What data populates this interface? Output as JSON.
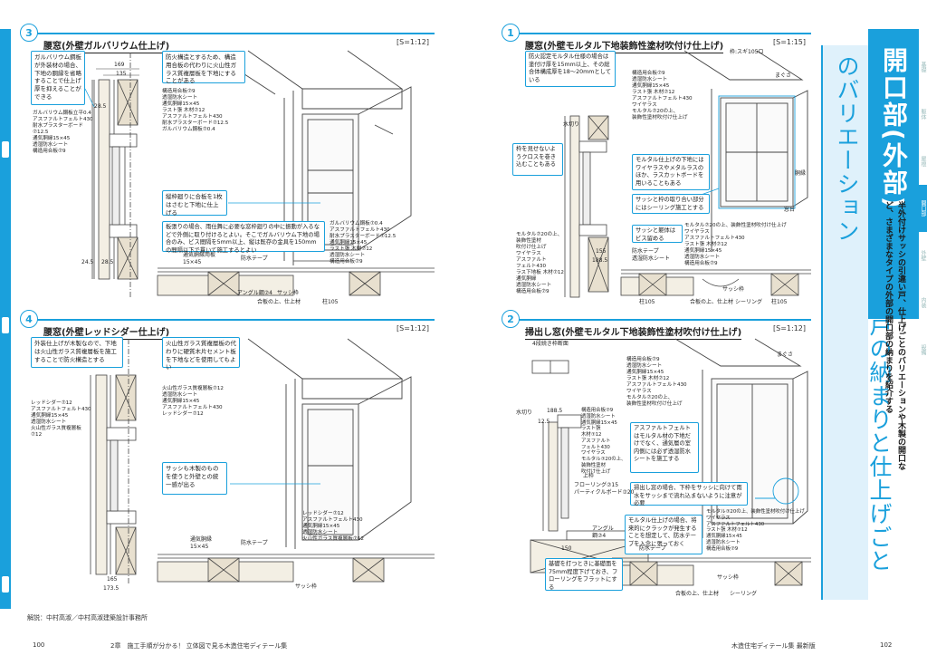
{
  "left_page": {
    "panels": [
      {
        "num": "3",
        "title": "腰窓(外壁ガルバリウム仕上げ)",
        "scale": "[S=1:12]",
        "notes": [
          "ガルバリウム鋼板が外装材の場合、下地の胴縁を省略することで仕上げ厚を抑えることができる",
          "防火構造とするため、構造用合板の代わりに火山性ガラス質複層板を下地にすることがある",
          "縦枠廻りに合板を1枚はさむと下地に仕上げる",
          "板張りの場合、雨仕舞に必要な窓枠廻りの中に振動が入るなどで外側に取り付けるとよい。そこでガルバリウム下地の場合のみ、ビス間隔を5mm以上、縦は既存の金具を150mmの間隔以下で貫いて施工するとよい"
        ],
        "labels": {
          "a": "ガルバリウム鋼板立平0.4\nアスファルトフェルト430\n耐水プラスターボード\n⑦12.5\n通気胴縁15×45\n透湿防水シート\n構造用合板⑦9",
          "b": "構造用合板⑦9\n透湿防水シート\n通気胴縁15×45\nラスト張 木材⑦12\nアスファルトフェルト430\n耐水プラスターボード⑦12.5\nガルバリウム鋼板⑦0.4",
          "c": "ガルバリウム鋼板⑦0.4\nアスファルトフェルト430\n耐水プラスターボード⑦12.5\n通気胴縁15×45\nラスト張 木材⑦12\n透湿防水シート\n構造用合板⑦9",
          "d": "防水テープ",
          "e": "通気胴縁用板\n15×45",
          "f": "アングル鋼⑦4",
          "g": "サッシ枠",
          "h": "合板の上、仕上材",
          "i": "柱105"
        },
        "dims": [
          "169",
          "135",
          "28.5",
          "24.5",
          "28.5"
        ]
      },
      {
        "num": "4",
        "title": "腰窓(外壁レッドシダー仕上げ)",
        "scale": "[S=1:12]",
        "notes": [
          "外装仕上げが木製なので、下地は火山性ガラス質複層板を施工することで防火構造とする",
          "火山性ガラス質複層板の代わりに硬質木片セメント板を下地などを使用してもよい",
          "サッシも木製のものを使うと外壁との統一感が出る"
        ],
        "labels": {
          "a": "レッドシダー⑦12\nアスファルトフェルト430\n通気胴縁15×45\n透湿防水シート\n火山性ガラス質複層板\n⑦12",
          "b": "火山性ガラス質複層板⑦12\n透湿防水シート\n通気胴縁15×45\nアスファルトフェルト430\nレッドシダー⑦12",
          "c": "レッドシダー⑦12\nアスファルトフェルト430\n通気胴縁15×45\n透湿防水シート\n火山性ガラス質複層板⑦12",
          "d": "通気胴縁\n15×45",
          "e": "防水テープ",
          "f": "サッシ枠"
        },
        "dims": [
          "165",
          "173.5"
        ]
      }
    ],
    "credit": "解説：中村高淑／中村高淑建築設計事務所",
    "footer_num": "100",
    "footer_text": "2章　施工手順が分かる！ 立体図で見る木造住宅ディテール集"
  },
  "right_page": {
    "panels": [
      {
        "num": "1",
        "title": "腰窓(外壁モルタル下地装飾性塗材吹付け仕上げ)",
        "scale": "[S=1:15]",
        "notes": [
          "防火認定モルタル仕様の場合は塗付け厚を15mm以上、その総合体構成厚を18～20mmとしている",
          "枠を見せないようクロスを巻き込むこともある",
          "モルタル仕上げの下地にはワイヤラスやメタルラスのほか、ラスカットボードを用いることもある",
          "サッシと枠の取り合い部分にはシーリング施工とする",
          "サッシと躯体はビス留める"
        ],
        "labels": {
          "a": "構造用合板⑦9\n透湿防水シート\n通気胴縁15×45\nラスト張 木材⑦12\nアスファルトフェルト430\nワイヤラス\nモルタル⑦20の上、\n装飾性塗材吹付け仕上げ",
          "b": "モルタル⑦20の上、\n装飾性塗材\n吹付け仕上げ\nワイヤラス\nアスファルト\nフェルト430\nラス下地板 木材⑦12\n通気胴縁\n透湿防水シート\n構造用合板⑦9",
          "c": "モルタル⑦20の上、装飾性塗材吹付け仕上げ\nワイヤラス\nアスファルトフェルト430\nラスト張 木材⑦12\n通気胴縁15×45\n透湿防水シート\n構造用合板⑦9",
          "d": "防水テープ\n透湿防水シート",
          "e": "枠:スギ105ロ",
          "f": "水切り",
          "g": "まぐさ",
          "h": "窓台",
          "i": "胴縁",
          "j": "柱105",
          "k": "合板の上、仕上材",
          "l": "サッシ枠",
          "m": "シーリング",
          "n": "柱105"
        },
        "dims": [
          "155",
          "188.5"
        ]
      },
      {
        "num": "2",
        "title": "掃出し窓(外壁モルタル下地装飾性塗材吹付け仕上げ)",
        "scale": "[S=1:12]",
        "notes": [
          "アスファルトフェルトはモルタル材の下地だけでなく、通気層の室内側には必ず透湿防水シートを施工する",
          "掃出し窓の場合、下枠をサッシに向けて雨水をサッシまで流れ込まないように注意が必要",
          "モルタル仕上げの場合、将来的にクラックが発生することを想定して、防水テープを入念に張っておく",
          "基礎を打つときに基礎面を75mm程度下げておき、フローリングをフラットにする"
        ],
        "labels": {
          "a": "4段続き枠断面",
          "b": "構造用合板⑦9\n透湿防水シート\n通気胴縁15×45\nラスト張 木材⑦12\nアスファルトフェルト430\nワイヤラス\nモルタル⑦20の上、\n装飾性塗材吹付け仕上げ",
          "c": "構造用合板⑦9\n透湿防水シート\n通気胴縁15×45\nラスト張\n木材⑦12\nアスファルト\nフェルト430\nワイヤラス\nモルタル⑦20の上、\n装飾性塗材\n吹付け仕上げ",
          "d": "フローリング⑦15\nパーティクルボード⑦20",
          "e": "アングル\n鋼⑦4",
          "f": "モルタル⑦20の上、装飾性塗材吹付け仕上げ\nワイヤラス\nアスファルトフェルト430\nラスト張 木材⑦12\n通気胴縁15×45\n透湿防水シート\n構造用合板⑦9",
          "g": "水切り",
          "h": "まぐさ",
          "i": "サッシ枠",
          "j": "防水テープ",
          "k": "合板の上、仕上材",
          "l": "上枠",
          "m": "シーリング"
        },
        "dims": [
          "188.5",
          "12.5",
          "150"
        ]
      }
    ],
    "banner_text": "半外付けサッシ・引違い戸の納まりと仕上げごとのバリエーション",
    "chapter_title": "開口部(外部)",
    "lead_text": "半外付けサッシの引違い戸、仕上げごとのバリエーションや木製の開口など、さまざまなタイプの外部の開口部の納まりを紹介する",
    "tabs": [
      "基礎",
      "躯体",
      "屋根",
      "開口部",
      "外壁",
      "内装",
      "設備"
    ],
    "active_tab": 3,
    "footer_num": "102",
    "footer_text": "木造住宅ディテール集 最新版"
  },
  "colors": {
    "accent": "#1aa0dc",
    "line": "#444444",
    "wood": "#e8e0cf",
    "hatch": "#666666"
  }
}
